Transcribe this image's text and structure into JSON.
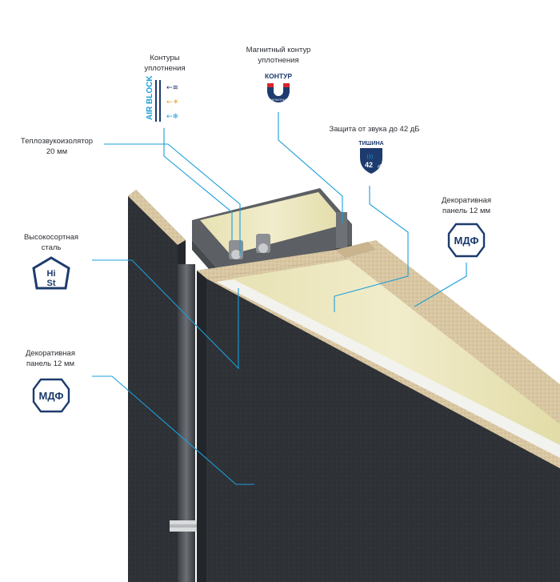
{
  "labels": {
    "seal_contours": [
      "Контуры",
      "уплотнения"
    ],
    "magnetic_contour": [
      "Магнитный контур",
      "уплотнения"
    ],
    "insulator": [
      "Теплозвукоизолятор",
      "20 мм"
    ],
    "sound": "Защита от звука до 42 дБ",
    "steel": [
      "Высокосортная",
      "сталь"
    ],
    "panel_right": [
      "Декоративная",
      "панель 12 мм"
    ],
    "panel_left": [
      "Декоративная",
      "панель 12 мм"
    ]
  },
  "badges": {
    "airblock": "AIR BLOCK",
    "kontur": "КОНТУР",
    "kontur_sub": "МАГНИТНЫЙ",
    "tishina": "ТИШИНА",
    "tishina_value": "42",
    "tishina_unit": "дБ",
    "hist_top": "Hi",
    "hist_bottom": "St",
    "mdf": "МДФ"
  },
  "colors": {
    "accent": "#1a9fd9",
    "navy": "#1d3b6e",
    "red": "#d6262b",
    "panel": "#2e3136",
    "chip": "#d9c7a3",
    "foam": "#ece8c0",
    "frame": "#77797c"
  }
}
